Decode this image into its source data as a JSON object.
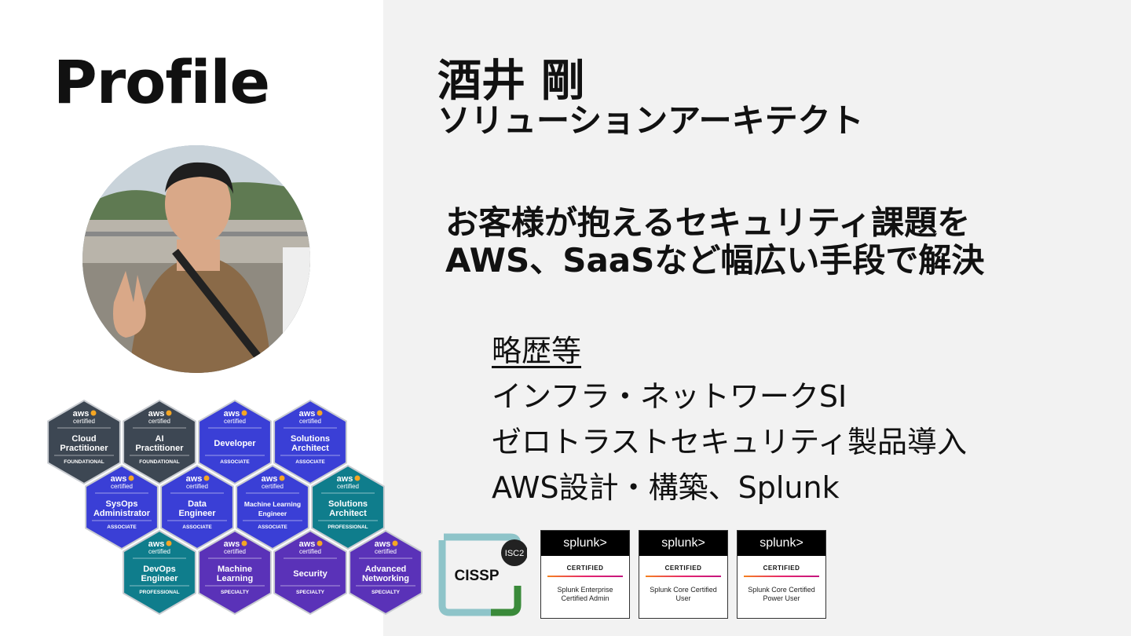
{
  "page": {
    "title": "Profile",
    "name": "酒井 剛",
    "role": "ソリューションアーキテクト",
    "tagline_lines": [
      "お客様が抱えるセキュリティ課題を",
      "AWS、SaaSなど幅広い手段で解決"
    ],
    "career": {
      "heading": "略歴等",
      "items": [
        "インフラ・ネットワークSI",
        "ゼロトラストセキュリティ製品導入",
        "AWS設計・構築、Splunk"
      ]
    }
  },
  "aws_badges": [
    {
      "line1": "Cloud",
      "line2": "Practitioner",
      "level": "FOUNDATIONAL",
      "color": "#3d4753"
    },
    {
      "line1": "AI",
      "line2": "Practitioner",
      "level": "FOUNDATIONAL",
      "color": "#3d4753"
    },
    {
      "line1": "Developer",
      "line2": "",
      "level": "ASSOCIATE",
      "color": "#3a3fd6"
    },
    {
      "line1": "Solutions",
      "line2": "Architect",
      "level": "ASSOCIATE",
      "color": "#3a3fd6"
    },
    {
      "line1": "SysOps",
      "line2": "Administrator",
      "level": "ASSOCIATE",
      "color": "#3a3fd6"
    },
    {
      "line1": "Data",
      "line2": "Engineer",
      "level": "ASSOCIATE",
      "color": "#3a3fd6"
    },
    {
      "line1": "Machine Learning",
      "line2": "Engineer",
      "level": "ASSOCIATE",
      "color": "#3a3fd6"
    },
    {
      "line1": "Solutions",
      "line2": "Architect",
      "level": "PROFESSIONAL",
      "color": "#0f7d8c"
    },
    {
      "line1": "DevOps",
      "line2": "Engineer",
      "level": "PROFESSIONAL",
      "color": "#0f7d8c"
    },
    {
      "line1": "Machine",
      "line2": "Learning",
      "level": "SPECIALTY",
      "color": "#5a32b8"
    },
    {
      "line1": "Security",
      "line2": "",
      "level": "SPECIALTY",
      "color": "#5a32b8"
    },
    {
      "line1": "Advanced",
      "line2": "Networking",
      "level": "SPECIALTY",
      "color": "#5a32b8"
    }
  ],
  "aws_badge_text": {
    "brand": "aws",
    "sub": "certified"
  },
  "cissp": {
    "label": "CISSP",
    "org": "ISC2",
    "colors": {
      "ring": "#8ec4c9",
      "accent": "#3a8a3a",
      "org_bg": "#222222"
    }
  },
  "splunk_badges": [
    {
      "brand": "splunk>",
      "cert": "CERTIFIED",
      "desc": "Splunk Enterprise Certified Admin"
    },
    {
      "brand": "splunk>",
      "cert": "CERTIFIED",
      "desc": "Splunk Core Certified User"
    },
    {
      "brand": "splunk>",
      "cert": "CERTIFIED",
      "desc": "Splunk Core Certified Power User"
    }
  ],
  "colors": {
    "right_panel": "#f2f2f2",
    "text": "#111111"
  }
}
